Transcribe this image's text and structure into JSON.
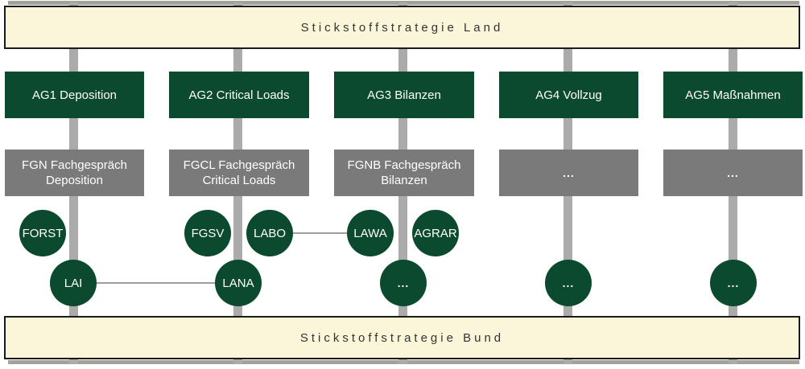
{
  "banners": {
    "top_label": "Stickstoffstrategie Land",
    "bottom_label": "Stickstoffstrategie Bund"
  },
  "columns": [
    {
      "ag_label": "AG1 Deposition",
      "fg_label": "FGN Fachgespräch Deposition"
    },
    {
      "ag_label": "AG2 Critical Loads",
      "fg_label": "FGCL Fachgespräch Critical Loads"
    },
    {
      "ag_label": "AG3 Bilanzen",
      "fg_label": "FGNB Fachgespräch Bilanzen"
    },
    {
      "ag_label": "AG4 Vollzug",
      "fg_label": "..."
    },
    {
      "ag_label": "AG5 Maßnahmen",
      "fg_label": "..."
    }
  ],
  "circles": {
    "forst": "FORST",
    "fgsv": "FGSV",
    "labo": "LABO",
    "lawa": "LAWA",
    "agrar": "AGRAR",
    "lai": "LAI",
    "lana": "LANA",
    "dots3": "...",
    "dots4": "...",
    "dots5": "..."
  },
  "connections": [
    {
      "from": "LABO",
      "to": "LAWA"
    },
    {
      "from": "LAI",
      "to": "LANA"
    }
  ],
  "colors": {
    "green": "#0c4a2f",
    "grayBox": "#7a7a7a",
    "vline": "#ababab",
    "connector": "#9f9f9f",
    "cream": "#fbf6d9",
    "border": "#1a1a1a",
    "bannerText": "#333333",
    "busbar": "#a2a29a"
  }
}
